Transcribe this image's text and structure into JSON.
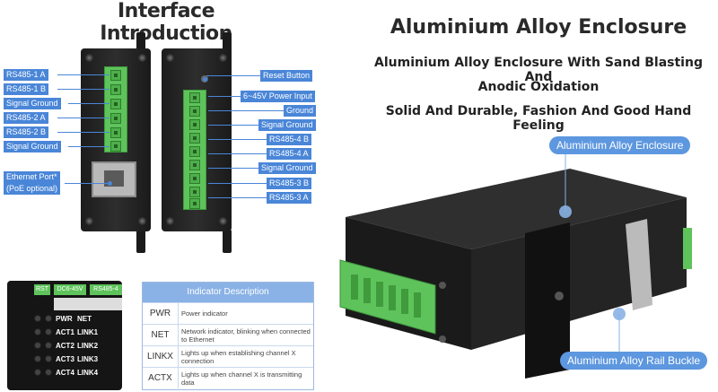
{
  "left_title": "Interface Introduction",
  "right_title": "Aluminium Alloy Enclosure",
  "right_lines": [
    "Aluminium Alloy Enclosure With Sand Blasting And",
    "Anodic Oxidation",
    "Solid And Durable, Fashion And Good Hand Feeling"
  ],
  "left_labels": [
    "RS485-1 A",
    "RS485-1 B",
    "Signal Ground",
    "RS485-2 A",
    "RS485-2 B",
    "Signal Ground"
  ],
  "ethernet_label": [
    "Ethernet Port*",
    "(PoE optional)"
  ],
  "right_labels": [
    "Reset Button",
    "6~45V Power Input",
    "Ground",
    "Signal Ground",
    "RS485-4 B",
    "RS485-4 A",
    "Signal Ground",
    "RS485-3 B",
    "RS485-3 A"
  ],
  "callouts": {
    "enclosure": "Aluminium Alloy Enclosure",
    "rail": "Aluminium Alloy Rail Buckle"
  },
  "panel": {
    "top_labels": [
      "RST",
      "DC6-45V",
      "RS485-4"
    ],
    "rows": [
      [
        "PWR",
        "NET"
      ],
      [
        "ACT1",
        "LINK1"
      ],
      [
        "ACT2",
        "LINK2"
      ],
      [
        "ACT3",
        "LINK3"
      ],
      [
        "ACT4",
        "LINK4"
      ]
    ]
  },
  "indicator": {
    "title": "Indicator Description",
    "rows": [
      {
        "key": "PWR",
        "desc": "Power indicator"
      },
      {
        "key": "NET",
        "desc": "Network indicator, blinking when connected to Ethernet"
      },
      {
        "key": "LINKX",
        "desc": "Lights up when establishing channel X connection"
      },
      {
        "key": "ACTX",
        "desc": "Lights up when channel X is transmitting data"
      }
    ]
  },
  "colors": {
    "accent": "#4a86d8",
    "terminal": "#5ec35b",
    "enclosure": "#1e1e1e"
  }
}
